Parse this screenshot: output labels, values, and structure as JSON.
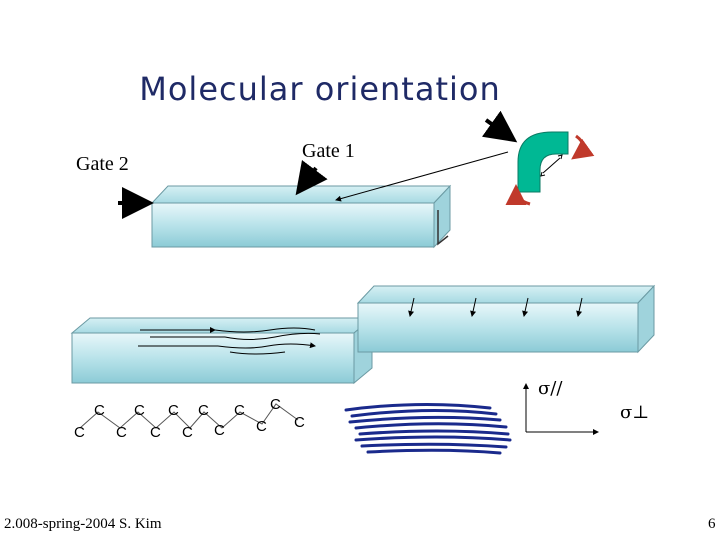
{
  "title": "Molecular orientation",
  "labels": {
    "gate1": "Gate 1",
    "gate2": "Gate 2"
  },
  "chain": {
    "top_atoms": [
      "C",
      "C",
      "C",
      "C",
      "C",
      "C"
    ],
    "bottom_atoms": [
      "C",
      "C",
      "C",
      "C",
      "C",
      "C",
      "C"
    ]
  },
  "stress": {
    "parallel": "σ//",
    "perpendicular": "σ⊥"
  },
  "footer": {
    "course": "2.008-spring-2004  S. Kim",
    "page": "6"
  },
  "colors": {
    "title": "#1f2a66",
    "mold_face": "#b9e3ea",
    "elbow": "#00b894",
    "rotation_arrow": "#c0392b",
    "fibers": "#1a2a8c"
  }
}
